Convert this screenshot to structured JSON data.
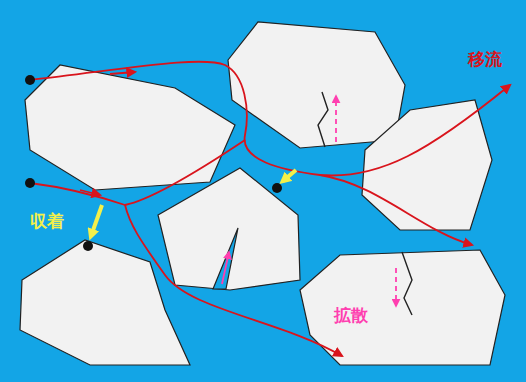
{
  "diagram": {
    "labels": [
      "移流",
      "収着",
      "拡散"
    ]
  }
}
